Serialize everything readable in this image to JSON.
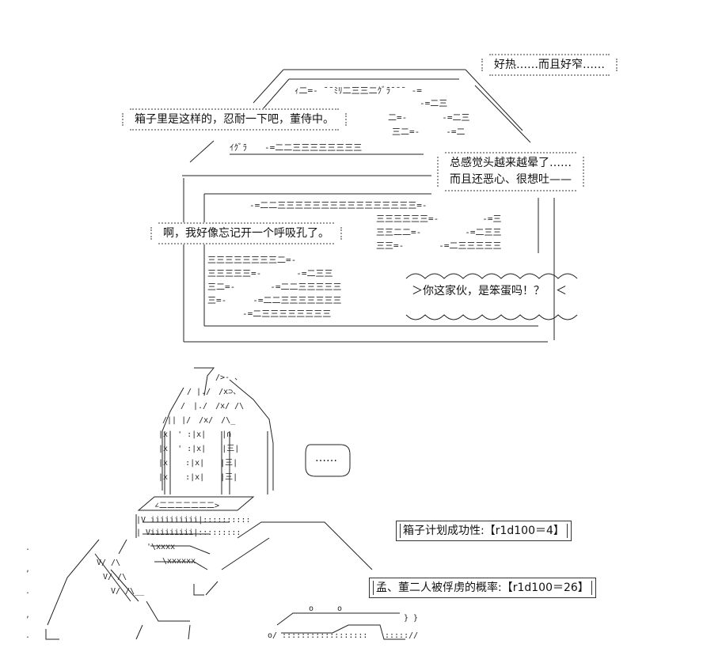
{
  "scene": {
    "bubbles": [
      {
        "id": "hot",
        "text": "好热……而且好窄……"
      },
      {
        "id": "box",
        "text": "箱子里是这样的，忍耐一下吧，董侍中。"
      },
      {
        "id": "dizzy1",
        "text": "总感觉头越来越晕了……"
      },
      {
        "id": "dizzy2",
        "text": "而且还恶心、很想吐——"
      },
      {
        "id": "forgot",
        "text": "啊，我好像忘记开一个呼吸孔了。"
      },
      {
        "id": "idiot",
        "text": "＞你这家伙，是笨蛋吗！？　＜"
      },
      {
        "id": "silence",
        "text": "……"
      }
    ],
    "rolls": [
      {
        "id": "success",
        "text": "箱子计划成功性:【r1d100＝4】"
      },
      {
        "id": "capture",
        "text": "孟、董二人被俘虏的概率:【r1d100＝26】"
      }
    ],
    "colors": {
      "ink": "#111111",
      "dots": "#9a9a9a",
      "background": "#ffffff"
    }
  }
}
